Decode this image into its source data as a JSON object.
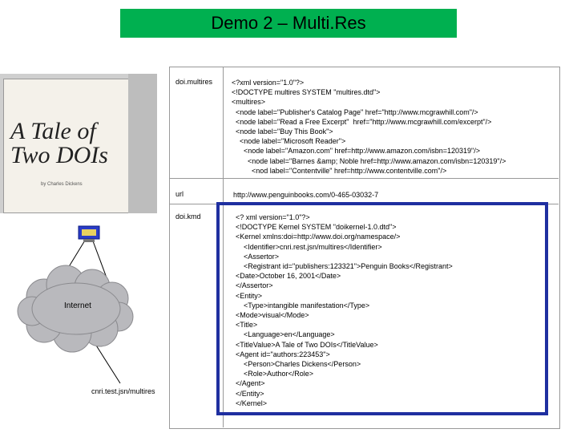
{
  "title": "Demo 2 – Multi.Res",
  "colors": {
    "title_bg": "#00b050",
    "highlight_border": "#1f2fa0"
  },
  "book": {
    "title": "A Tale of Two DOIs",
    "subtitle": "by Charles Dickens"
  },
  "rows": [
    {
      "key": "doi.multires",
      "lines": [
        "<?xml version=\"1.0\"?>",
        "<!DOCTYPE multires SYSTEM \"multires.dtd\">",
        "<multires>",
        "  <node label=\"Publisher's Catalog Page\" href=\"http://www.mcgrawhill.com\"/>",
        "  <node label=\"Read a Free Excerpt\"  href=\"http://www.mcgrawhill.com/excerpt\"/>",
        "  <node label=\"Buy This Book\">",
        "    <node label=\"Microsoft Reader\">",
        "      <node label=\"Amazon.com\" href=http://www.amazon.com/isbn=120319\"/>",
        "        <node label=\"Barnes &amp; Noble href=http://www.amazon.com/isbn=120319\"/>",
        "          <nod label=\"Contentville\" href=http://www.contentville.com\"/>"
      ]
    },
    {
      "key": "url",
      "lines": [
        "http://www.penguinbooks.com/0-465-03032-7"
      ]
    },
    {
      "key": "doi.kmd",
      "lines": [
        "<? xml version=\"1.0\"?>",
        "<!DOCTYPE Kernel SYSTEM \"doikernel-1.0.dtd\">",
        "<Kernel xmlns:doi=http://www.doi.org/namespace/>",
        "    <Identifier>cnri.rest.jsn/multires</Identifier>",
        "    <Assertor>",
        "    <Registrant id=\"publishers:123321\">Penguin Books</Registrant>",
        "<Date>October 16, 2001</Date>",
        "</Assertor>",
        "<Entity>",
        "    <Type>intangible manifestation</Type>",
        "<Mode>visual</Mode>",
        "<Title>",
        "    <Language>en</Language>",
        "<TitleValue>A Tale of Two DOIs</TitleValue>",
        "<Agent id=\"authors:223453\">",
        "    <Person>Charles Dickens</Person>",
        "    <Role>Author</Role>",
        "</Agent>",
        "</Entity>",
        "</Kernel>"
      ]
    }
  ],
  "network": {
    "internet_label": "Internet",
    "server_label": "cnri.test.jsn/multires"
  }
}
